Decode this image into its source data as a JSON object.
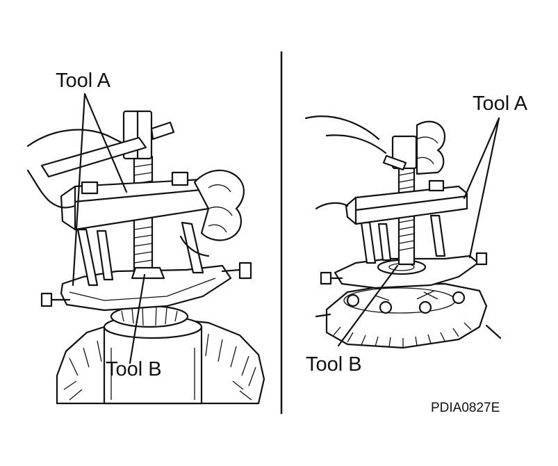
{
  "figure": {
    "left_panel": {
      "label_tool_a": "Tool A",
      "label_tool_b": "Tool B"
    },
    "right_panel": {
      "label_tool_a": "Tool A",
      "label_tool_b": "Tool B"
    },
    "figure_code": "PDIA0827E"
  }
}
